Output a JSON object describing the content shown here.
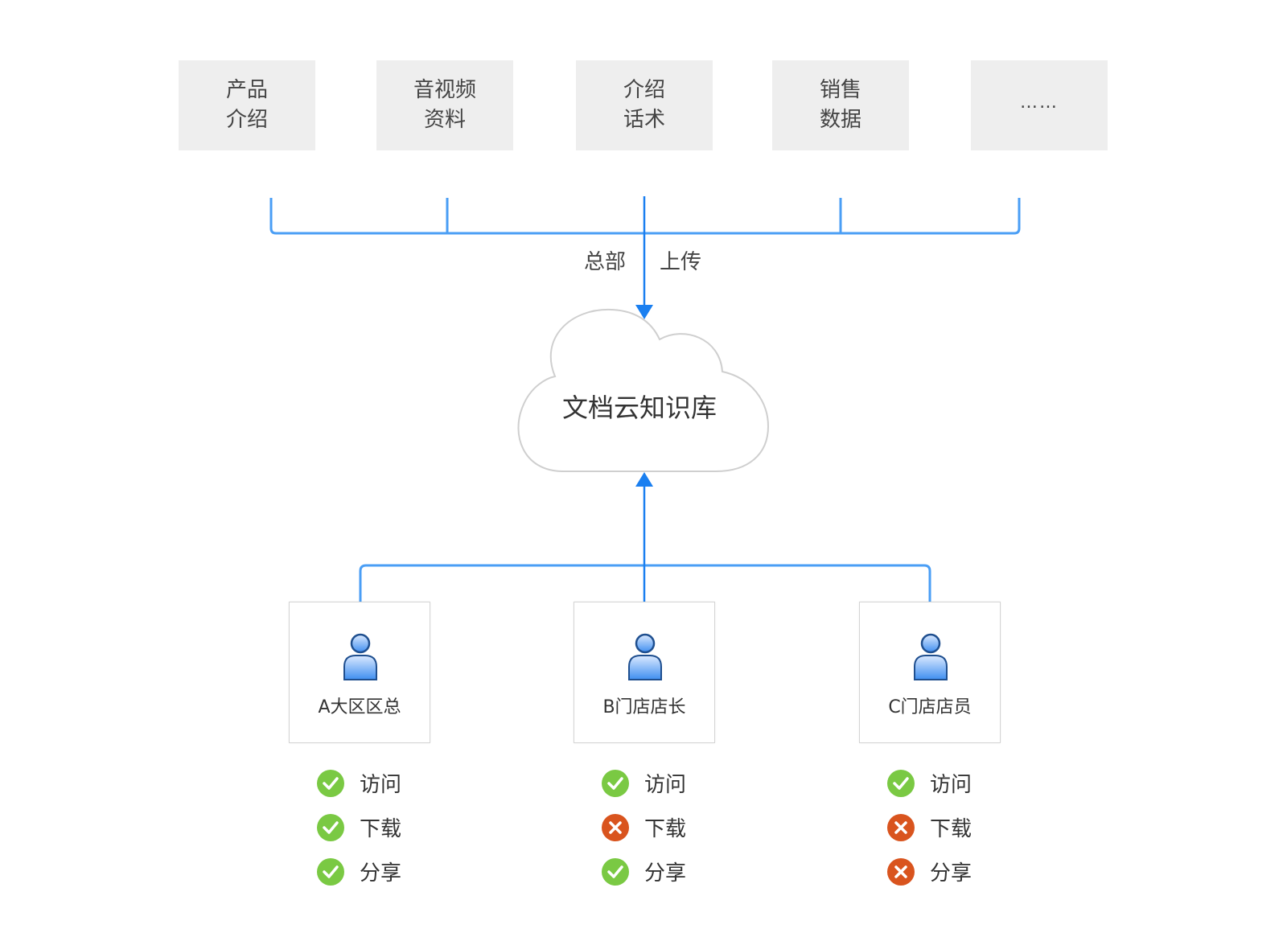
{
  "colors": {
    "line": "#4a9ef5",
    "arrow": "#1a7ff0",
    "box_bg": "#eeeeee",
    "allow": "#7ac943",
    "deny": "#d9541e"
  },
  "categories": [
    {
      "line1": "产品",
      "line2": "介绍"
    },
    {
      "line1": "音视频",
      "line2": "资料"
    },
    {
      "line1": "介绍",
      "line2": "话术"
    },
    {
      "line1": "销售",
      "line2": "数据"
    },
    {
      "line1": "……",
      "line2": ""
    }
  ],
  "upload": {
    "left": "总部",
    "right": "上传"
  },
  "cloud": {
    "label": "文档云知识库"
  },
  "roles": [
    {
      "name": "A大区区总",
      "icon": "user-icon",
      "permissions": [
        {
          "label": "访问",
          "allowed": true
        },
        {
          "label": "下载",
          "allowed": true
        },
        {
          "label": "分享",
          "allowed": true
        }
      ]
    },
    {
      "name": "B门店店长",
      "icon": "user-icon",
      "permissions": [
        {
          "label": "访问",
          "allowed": true
        },
        {
          "label": "下载",
          "allowed": false
        },
        {
          "label": "分享",
          "allowed": true
        }
      ]
    },
    {
      "name": "C门店店员",
      "icon": "user-icon",
      "permissions": [
        {
          "label": "访问",
          "allowed": true
        },
        {
          "label": "下载",
          "allowed": false
        },
        {
          "label": "分享",
          "allowed": false
        }
      ]
    }
  ]
}
